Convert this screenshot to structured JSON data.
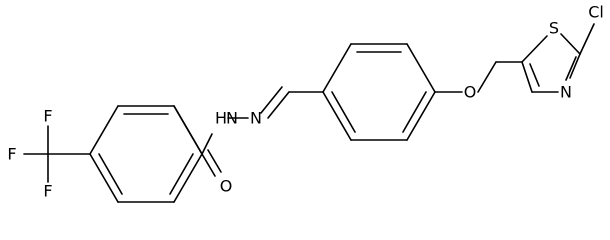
{
  "molecule": {
    "atoms": {
      "f1": "F",
      "f2": "F",
      "f3": "F",
      "o_carbonyl": "O",
      "nh": "H",
      "n_nh": "N",
      "n_imine": "N",
      "o_ether": "O",
      "s_thiazole": "S",
      "n_thiazole": "N",
      "cl": "Cl"
    },
    "colors": {
      "bond": "#000000",
      "label": "#000000",
      "background": "#ffffff"
    }
  }
}
